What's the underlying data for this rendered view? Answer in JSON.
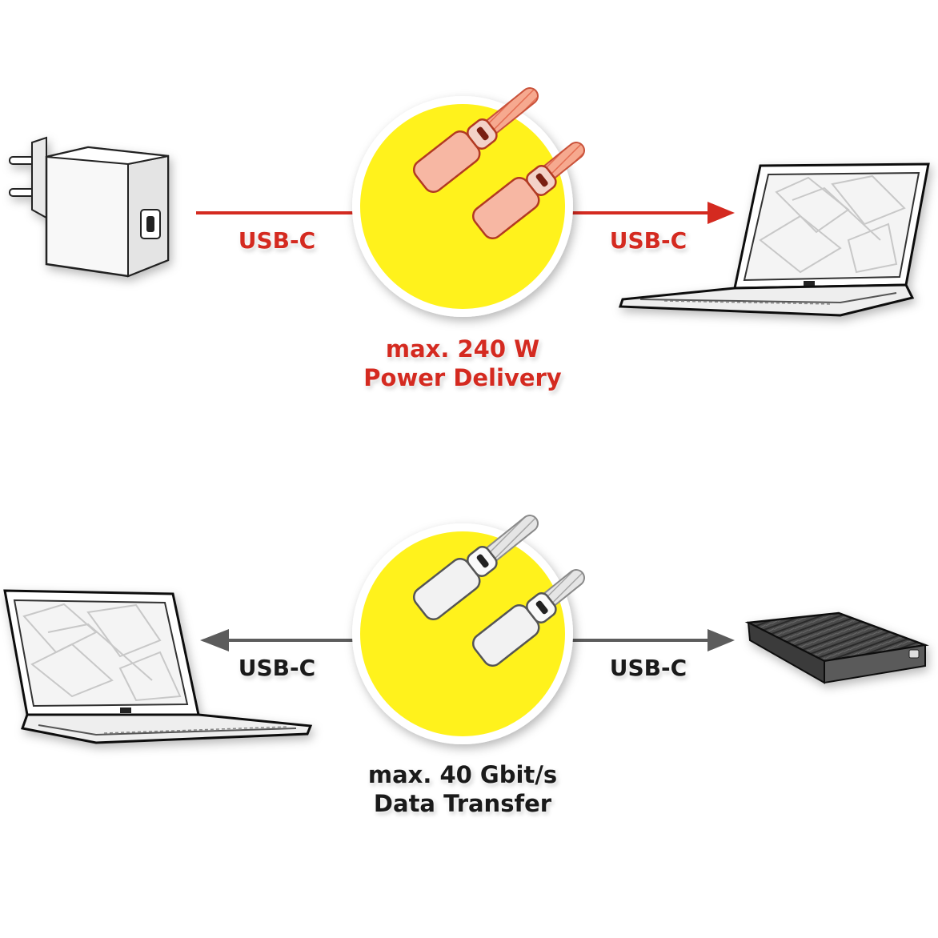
{
  "colors": {
    "power": "#d42a20",
    "data": "#1a1a1a",
    "arrow_data": "#5c5c5c",
    "circle": "#fff21c"
  },
  "power_section": {
    "left_device_icon": "power-adapter-icon",
    "right_device_icon": "laptop-icon",
    "left_label": "USB-C",
    "right_label": "USB-C",
    "caption_line1": "max. 240 W",
    "caption_line2": "Power Delivery"
  },
  "data_section": {
    "left_device_icon": "laptop-icon",
    "right_device_icon": "external-ssd-icon",
    "left_label": "USB-C",
    "right_label": "USB-C",
    "caption_line1": "max. 40 Gbit/s",
    "caption_line2": "Data Transfer"
  }
}
